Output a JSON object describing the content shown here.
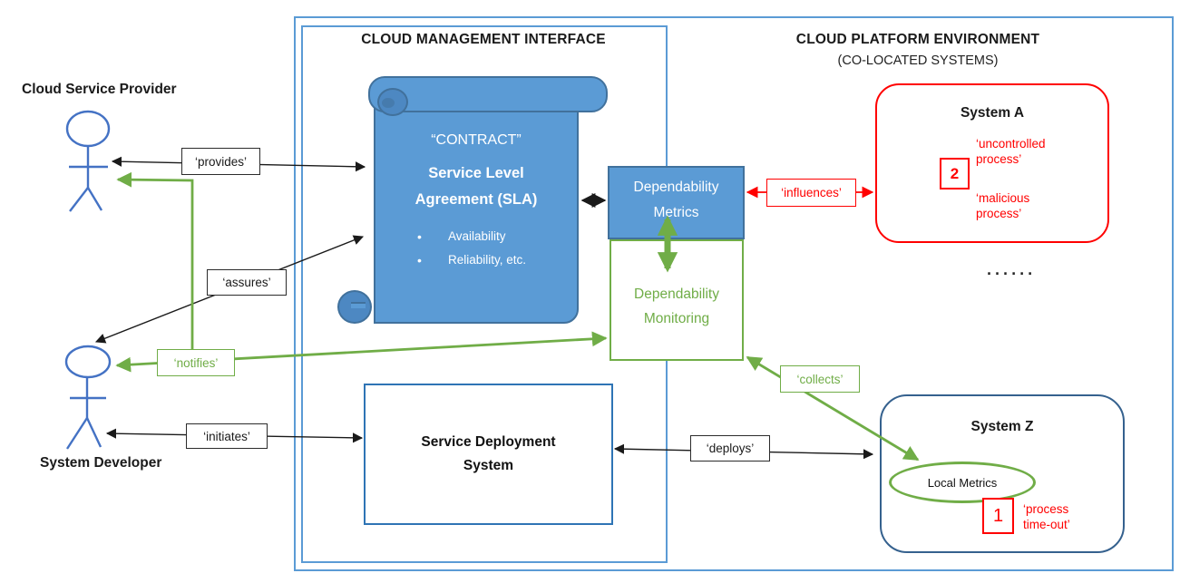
{
  "colors": {
    "blue_fill": "#5B9BD5",
    "blue_border": "#41719C",
    "steel_border": "#2E74B5",
    "green": "#70AD47",
    "red": "#FF0000",
    "actor_blue": "#4472C4"
  },
  "actors": {
    "provider_label": "Cloud Service Provider",
    "developer_label": "System Developer"
  },
  "cmi": {
    "title": "CLOUD MANAGEMENT INTERFACE",
    "contract": {
      "heading": "“CONTRACT”",
      "sla_line1": "Service Level",
      "sla_line2": "Agreement (SLA)",
      "bullet1": "Availability",
      "bullet2": "Reliability, etc."
    },
    "sds_label": "Service Deployment System"
  },
  "dependability": {
    "metrics_label": "Dependability Metrics",
    "monitoring_label": "Dependability Monitoring"
  },
  "cpe": {
    "title": "CLOUD PLATFORM ENVIRONMENT",
    "subtitle": "(CO-LOCATED SYSTEMS)",
    "system_a": {
      "title": "System A",
      "badge": "2",
      "note_top": "‘uncontrolled process’",
      "note_bottom": "‘malicious process’"
    },
    "ellipsis_dots": "......",
    "system_z": {
      "title": "System Z",
      "local_metrics_label": "Local Metrics",
      "badge": "1",
      "note": "‘process time-out’"
    }
  },
  "connectors": {
    "provides": "‘provides’",
    "assures": "‘assures’",
    "notifies": "‘notifies’",
    "initiates": "‘initiates’",
    "deploys": "‘deploys’",
    "influences": "‘influences’",
    "collects": "‘collects’"
  }
}
